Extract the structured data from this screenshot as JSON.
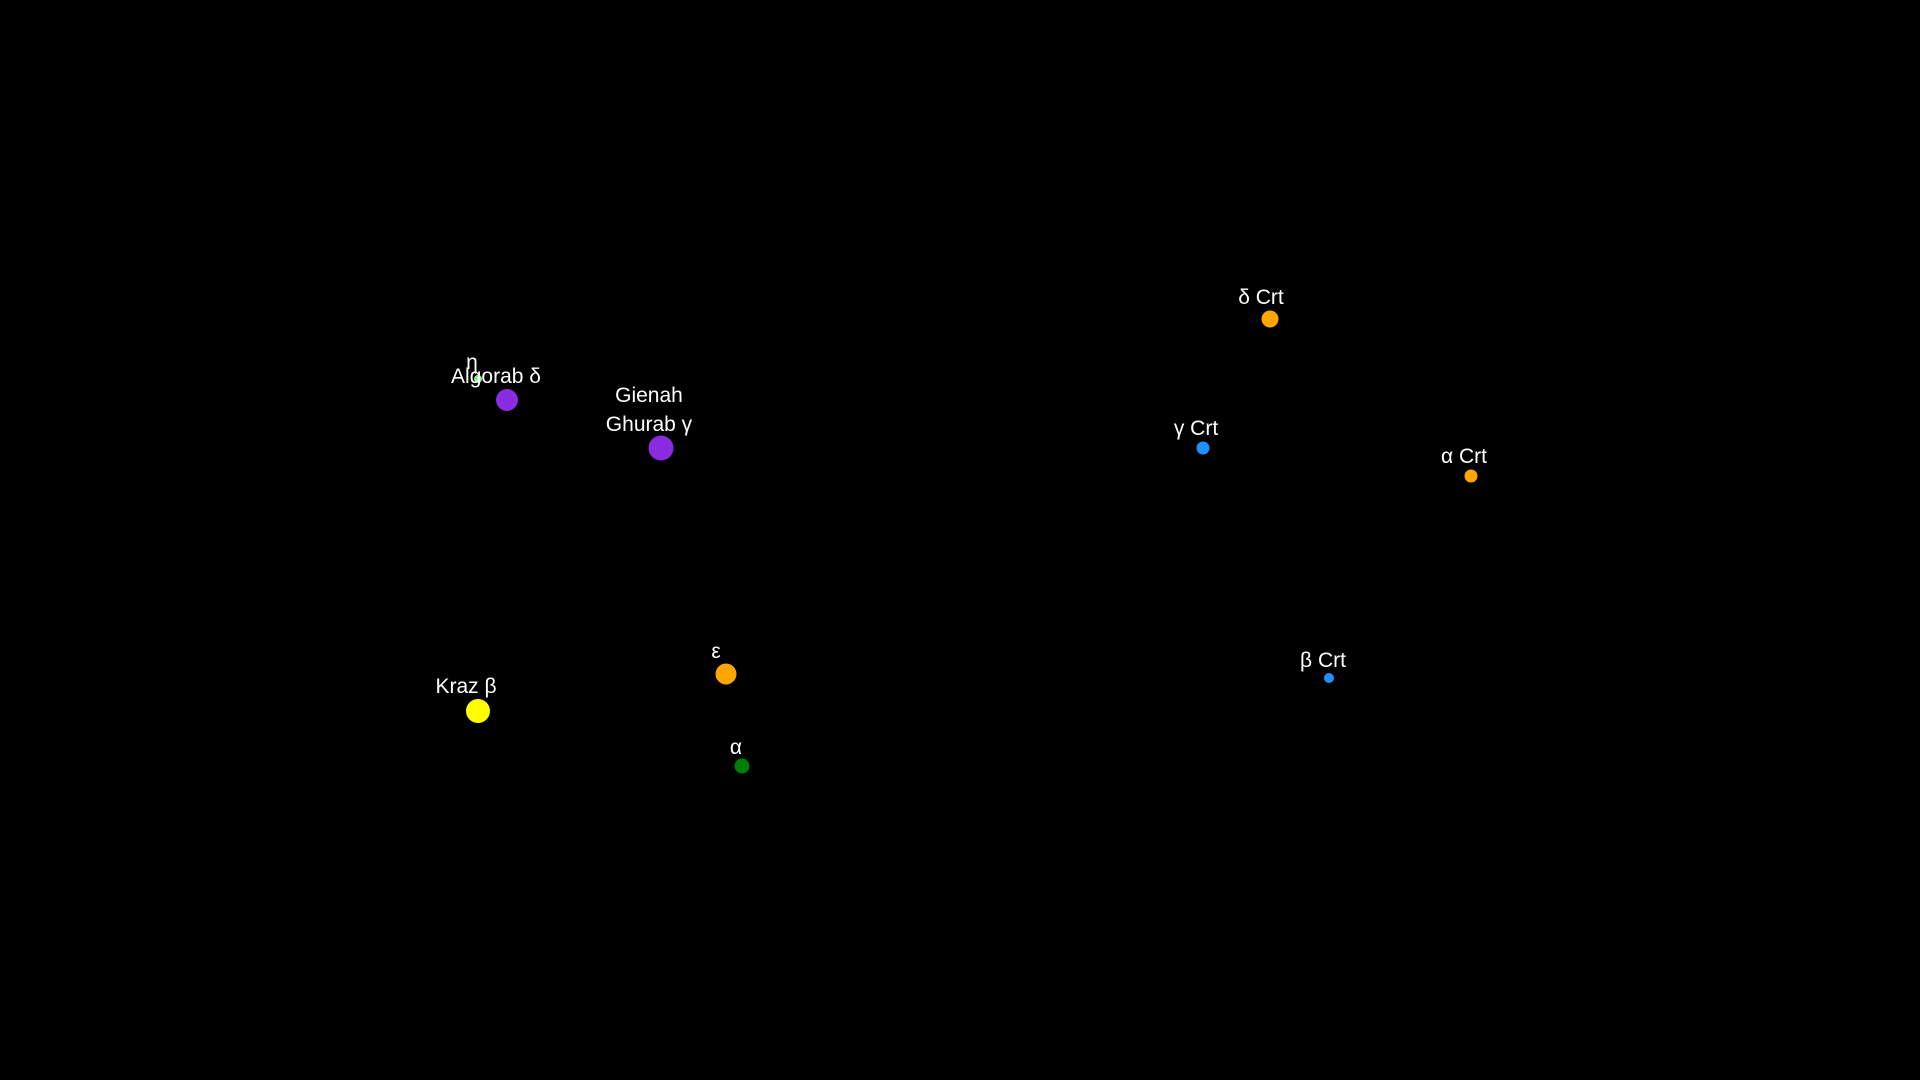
{
  "background_color": "#000000",
  "label_color": "#ffffff",
  "stars": [
    {
      "id": "eta-crv",
      "label": "η",
      "color": "#90ee90"
    },
    {
      "id": "algorab",
      "label": "Algorab δ",
      "color": "#8a2be2"
    },
    {
      "id": "gienah",
      "label": "Gienah\nGhurab γ",
      "color": "#8a2be2"
    },
    {
      "id": "kraz",
      "label": "Kraz β",
      "color": "#ffff00"
    },
    {
      "id": "epsilon-crv",
      "label": "ε",
      "color": "#ffa500"
    },
    {
      "id": "alpha-crv",
      "label": "α",
      "color": "#008000"
    },
    {
      "id": "delta-crt",
      "label": "δ Crt",
      "color": "#ffa500"
    },
    {
      "id": "gamma-crt",
      "label": "γ Crt",
      "color": "#1e90ff"
    },
    {
      "id": "alpha-crt",
      "label": "α Crt",
      "color": "#ffa500"
    },
    {
      "id": "beta-crt",
      "label": "β Crt",
      "color": "#1e90ff"
    }
  ]
}
